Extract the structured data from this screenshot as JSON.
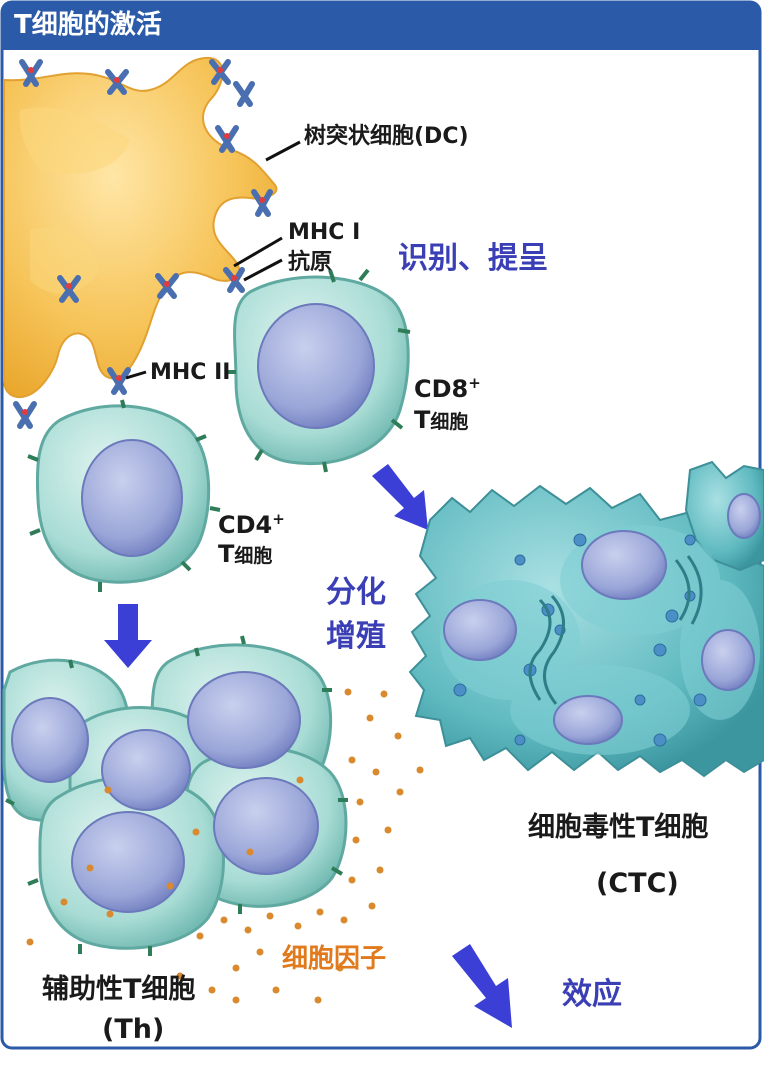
{
  "header": {
    "title": "T细胞的激活"
  },
  "labels": {
    "dc": "树突状细胞(DC)",
    "mhc1": "MHC I",
    "antigen": "抗原",
    "mhc2": "MHC II",
    "recognize": "识别、提呈",
    "cd8": "CD8",
    "cd8_sup": "+",
    "cd8_t": "T",
    "cd8_cell": "细胞",
    "cd4": "CD4",
    "cd4_sup": "+",
    "cd4_t": "T",
    "cd4_cell": "细胞",
    "diff": "分化",
    "prolif": "增殖",
    "ctc": "细胞毒性T细胞",
    "ctc_abbr": "(CTC)",
    "th": "辅助性T细胞",
    "th_abbr": "(Th)",
    "cytokine": "细胞因子",
    "effect": "效应"
  },
  "colors": {
    "frame": "#2a5aa8",
    "dc": "#f4b840",
    "cell": "#9fd6cf",
    "nucleus": "#9aa6d6",
    "arrow": "#3b3fd6",
    "cytokine": "#d9892e"
  }
}
